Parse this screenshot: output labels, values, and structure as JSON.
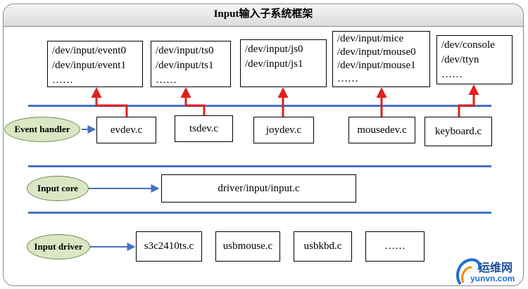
{
  "title": "Input输入子系统框架",
  "layers": {
    "event_handler": "Event handler",
    "input_core": "Input core",
    "input_driver": "Input driver"
  },
  "device_nodes": {
    "event": [
      "/dev/input/event0",
      "/dev/input/event1",
      "……"
    ],
    "ts": [
      "/dev/input/ts0",
      "/dev/input/ts1",
      "……"
    ],
    "js": [
      "/dev/input/js0",
      "/dev/input/js1"
    ],
    "mouse": [
      "/dev/input/mice",
      "/dev/input/mouse0",
      "/dev/input/mouse1",
      "……"
    ],
    "console": [
      "/dev/console",
      "/dev/ttyn",
      "……"
    ]
  },
  "handlers": [
    "evdev.c",
    "tsdev.c",
    "joydev.c",
    "mousedev.c",
    "keyboard.c"
  ],
  "core": "driver/input/input.c",
  "drivers": [
    "s3c2410ts.c",
    "usbmouse.c",
    "usbkbd.c",
    "……"
  ],
  "watermark": {
    "name": "运维网",
    "url": "yunvn.com"
  },
  "colors": {
    "layer_line": "#4472c4",
    "connector": "#e02020",
    "layer_oval": "#dbe6c4"
  }
}
